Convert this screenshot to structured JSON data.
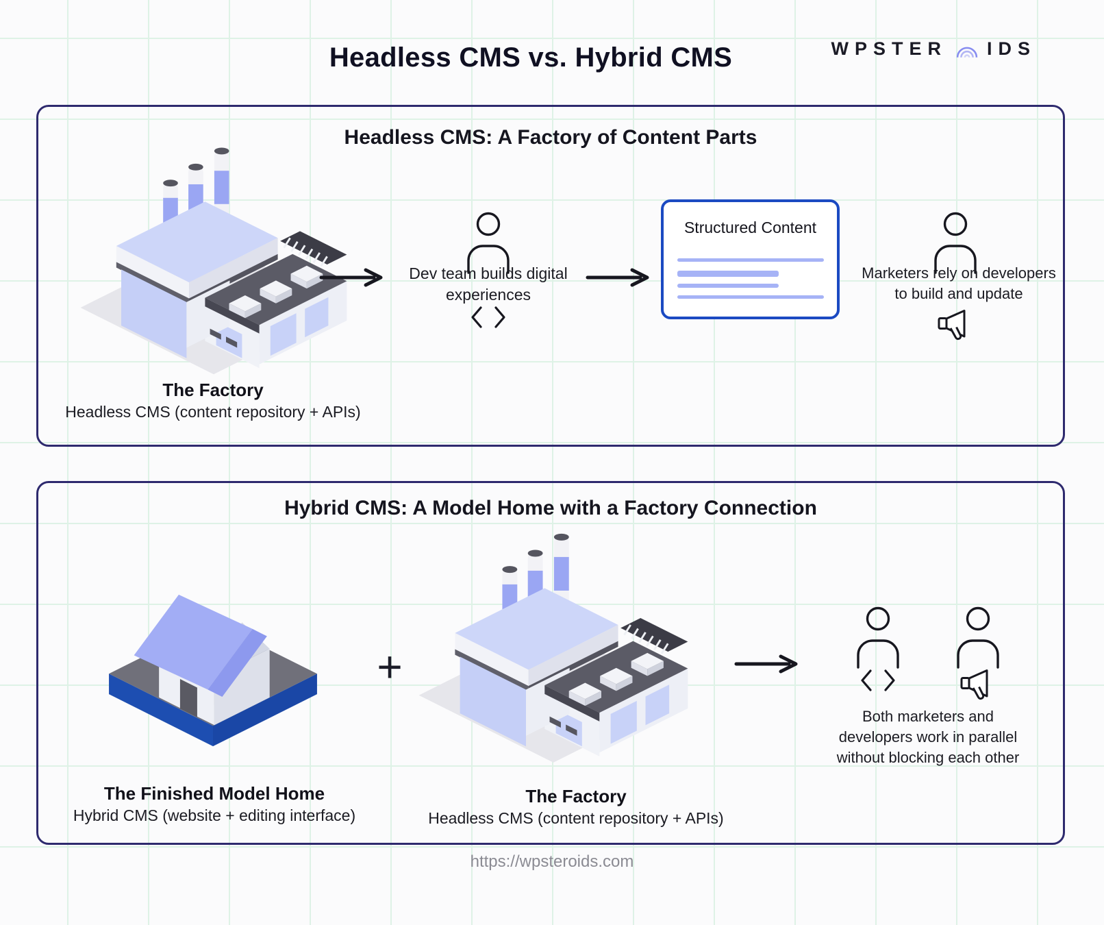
{
  "header": {
    "title": "Headless CMS vs. Hybrid CMS",
    "logo": {
      "left": "WPSTER",
      "right": "IDS"
    }
  },
  "panel_headless": {
    "heading": "Headless CMS: A Factory of Content Parts",
    "factory": {
      "title": "The Factory",
      "subtitle": "Headless CMS (content repository + APIs)"
    },
    "dev_caption_lines": [
      "Dev team builds digital",
      "experiences"
    ],
    "structured_content": {
      "title": "Structured Content"
    },
    "marketer_caption_lines": [
      "Marketers rely on developers",
      "to build and update"
    ]
  },
  "panel_hybrid": {
    "heading": "Hybrid CMS: A Model Home with a Factory Connection",
    "home": {
      "title": "The Finished Model Home",
      "subtitle": "Hybrid CMS (website + editing interface)"
    },
    "plus": "+",
    "factory": {
      "title": "The Factory",
      "subtitle": "Headless CMS (content repository + APIs)"
    },
    "parallel_caption_lines": [
      "Both marketers and",
      "developers work in parallel",
      "without blocking each other"
    ]
  },
  "footer": {
    "url": "https://wpsteroids.com"
  },
  "colors": {
    "panel_border": "#2e2a6e",
    "structured_box_border": "#1b4ac2",
    "content_line": "#a6b3f6",
    "grid_green": "#def2e6",
    "icon_stroke": "#17171f",
    "footer_gray": "#8b8b93",
    "logo_arc": "#8186ef",
    "roof_periwinkle": "#a2adf5",
    "chimney_band": "#9aa6f3",
    "house_base_blue": "#1d4eb1"
  }
}
